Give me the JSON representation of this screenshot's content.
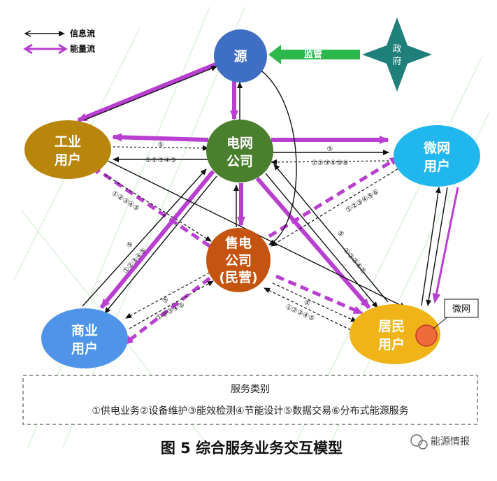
{
  "legend": {
    "info_flow": "信息流",
    "energy_flow": "能量流"
  },
  "nodes": {
    "source": "源",
    "gov_line1": "政",
    "gov_line2": "府",
    "industrial_line1": "工业",
    "industrial_line2": "用户",
    "grid_line1": "电网",
    "grid_line2": "公司",
    "microgrid_line1": "微网",
    "microgrid_line2": "用户",
    "retail_line1": "售电",
    "retail_line2": "公司",
    "retail_line3": "(民营)",
    "commercial_line1": "商业",
    "commercial_line2": "用户",
    "resident_line1": "居民",
    "resident_line2": "用户"
  },
  "supervision_label": "监管",
  "microgrid_callout": "微网",
  "edge_labels": {
    "grid_industrial_top": "⑤",
    "grid_industrial_bottom": "①②③④⑤",
    "grid_microgrid_top": "⑤",
    "grid_microgrid_bottom": "①②③④⑤⑥",
    "industrial_retail": "①②③④⑤",
    "microgrid_retail": "①②③④⑤⑥",
    "grid_commercial_a": "⑤",
    "grid_commercial_b": "①②③④⑤",
    "grid_resident_a": "⑤",
    "grid_resident_b": "①②③④⑤",
    "retail_commercial_a": "⑤",
    "retail_commercial_b": "①②③④⑤",
    "retail_resident_a": "⑤",
    "retail_resident_b": "①②③④⑤"
  },
  "services": {
    "title": "服务类别",
    "items": "①供电业务②设备维护③能效检测④节能设计⑤数据交易⑥分布式能源服务"
  },
  "caption": "图 5  综合服务业务交互模型",
  "watermark": "能源情报",
  "colors": {
    "info_arrow": "#111111",
    "energy_arrow": "#b83fd0",
    "supervision_arrow": "#2db84b",
    "source_node": "#3f6fc4",
    "gov_node": "#1f7f7a",
    "industrial_node": "#b8860b",
    "grid_node": "#4a7f2e",
    "microgrid_node": "#1fb7ee",
    "retail_node": "#c4540f",
    "commercial_node": "#4f94e8",
    "resident_node": "#f0b418",
    "resident_dot": "#ef6b3a"
  }
}
